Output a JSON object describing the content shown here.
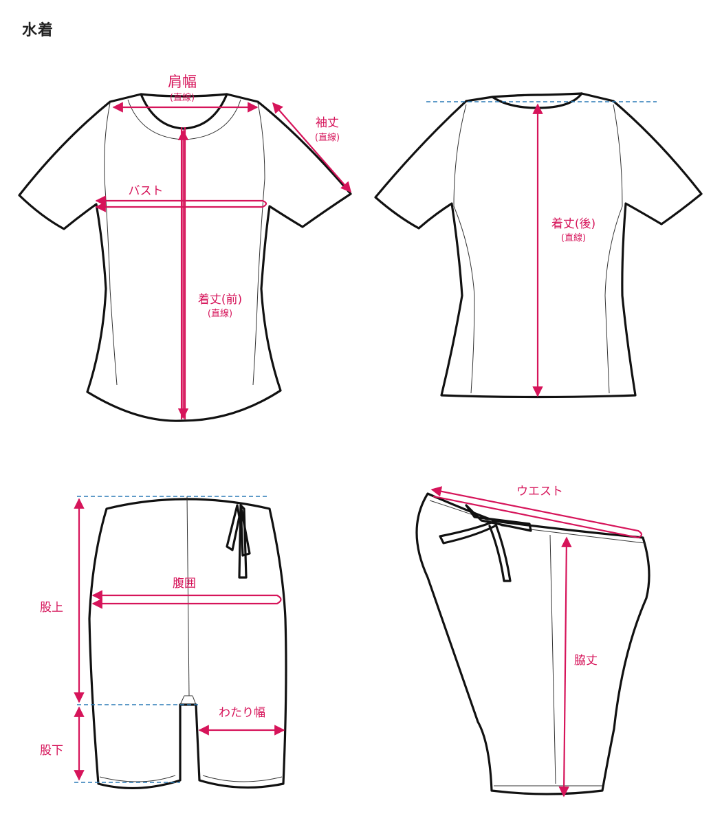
{
  "title": "水着",
  "colors": {
    "measure": "#d6145a",
    "guide": "#2a7ab5",
    "outline": "#111111"
  },
  "labels": {
    "shoulder": "肩幅",
    "shoulder_sub": "(直線)",
    "sleeve": "袖丈",
    "sleeve_sub": "(直線)",
    "bust": "バスト",
    "front_length": "着丈(前)",
    "front_length_sub": "(直線)",
    "back_length": "着丈(後)",
    "back_length_sub": "(直線)",
    "waist": "ウエスト",
    "hip": "腹囲",
    "rise": "股上",
    "inseam": "股下",
    "thigh": "わたり幅",
    "side_length": "脇丈"
  }
}
